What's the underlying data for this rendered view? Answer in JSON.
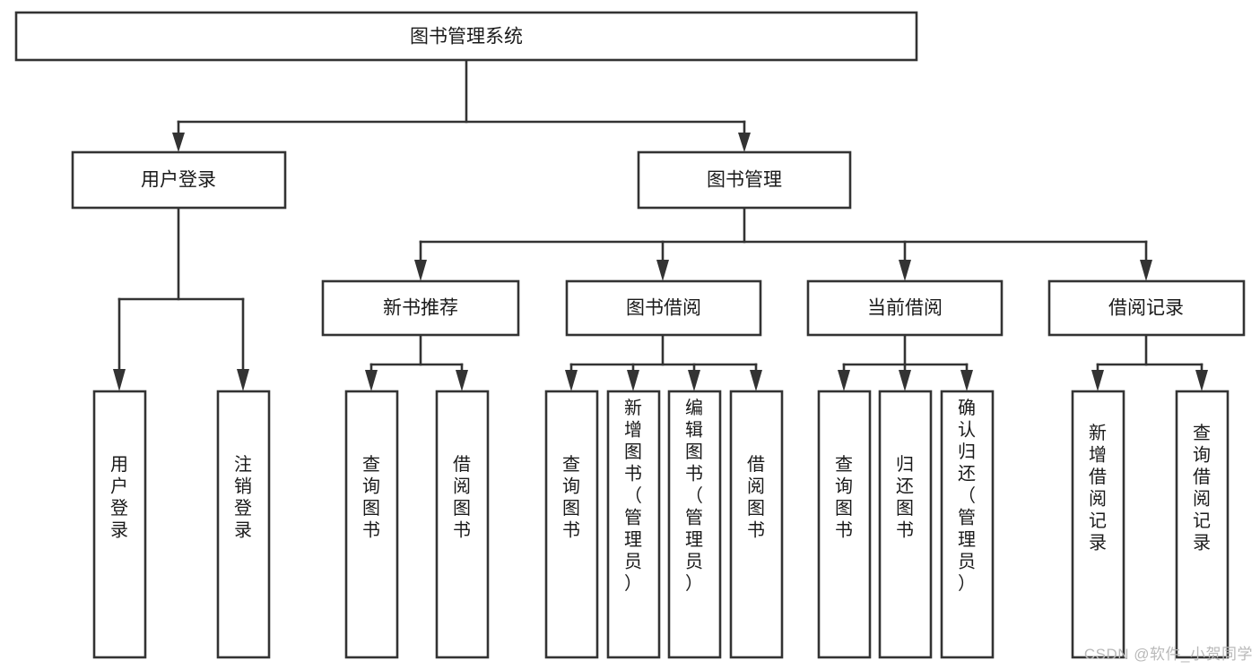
{
  "diagram": {
    "type": "tree-hierarchy-flowchart",
    "title": "图书管理系统",
    "watermark": "CSDN @软件_小贺同学",
    "colors": {
      "box_stroke": "#333333",
      "box_fill": "#ffffff",
      "text": "#1a1a1a",
      "background": "#ffffff",
      "watermark": "#b9b9b9"
    },
    "levels": [
      {
        "level": 1,
        "nodes": [
          {
            "id": "root",
            "label": "图书管理系统",
            "orientation": "horizontal"
          }
        ]
      },
      {
        "level": 2,
        "nodes": [
          {
            "id": "user-login",
            "label": "用户登录",
            "orientation": "horizontal",
            "parent": "root"
          },
          {
            "id": "book-manage",
            "label": "图书管理",
            "orientation": "horizontal",
            "parent": "root"
          }
        ]
      },
      {
        "level": 3,
        "nodes": [
          {
            "id": "new-book-rec",
            "label": "新书推荐",
            "orientation": "horizontal",
            "parent": "book-manage"
          },
          {
            "id": "book-borrow",
            "label": "图书借阅",
            "orientation": "horizontal",
            "parent": "book-manage"
          },
          {
            "id": "current-borrow",
            "label": "当前借阅",
            "orientation": "horizontal",
            "parent": "book-manage"
          },
          {
            "id": "borrow-record",
            "label": "借阅记录",
            "orientation": "horizontal",
            "parent": "book-manage"
          }
        ]
      },
      {
        "level": 4,
        "nodes": [
          {
            "id": "leaf-user-login",
            "label": "用户登录",
            "orientation": "vertical",
            "parent": "user-login"
          },
          {
            "id": "leaf-logout",
            "label": "注销登录",
            "orientation": "vertical",
            "parent": "user-login"
          },
          {
            "id": "leaf-query-book-1",
            "label": "查询图书",
            "orientation": "vertical",
            "parent": "new-book-rec"
          },
          {
            "id": "leaf-borrow-book-1",
            "label": "借阅图书",
            "orientation": "vertical",
            "parent": "new-book-rec"
          },
          {
            "id": "leaf-query-book-2",
            "label": "查询图书",
            "orientation": "vertical",
            "parent": "book-borrow"
          },
          {
            "id": "leaf-add-book",
            "label": "新增图书（管理员）",
            "orientation": "vertical",
            "parent": "book-borrow"
          },
          {
            "id": "leaf-edit-book",
            "label": "编辑图书（管理员）",
            "orientation": "vertical",
            "parent": "book-borrow"
          },
          {
            "id": "leaf-borrow-book-2",
            "label": "借阅图书",
            "orientation": "vertical",
            "parent": "book-borrow"
          },
          {
            "id": "leaf-query-book-3",
            "label": "查询图书",
            "orientation": "vertical",
            "parent": "current-borrow"
          },
          {
            "id": "leaf-return-book",
            "label": "归还图书",
            "orientation": "vertical",
            "parent": "current-borrow"
          },
          {
            "id": "leaf-confirm-return",
            "label": "确认归还（管理员）",
            "orientation": "vertical",
            "parent": "current-borrow"
          },
          {
            "id": "leaf-add-record",
            "label": "新增借阅记录",
            "orientation": "vertical",
            "parent": "borrow-record"
          },
          {
            "id": "leaf-query-record",
            "label": "查询借阅记录",
            "orientation": "vertical",
            "parent": "borrow-record"
          }
        ]
      }
    ]
  }
}
